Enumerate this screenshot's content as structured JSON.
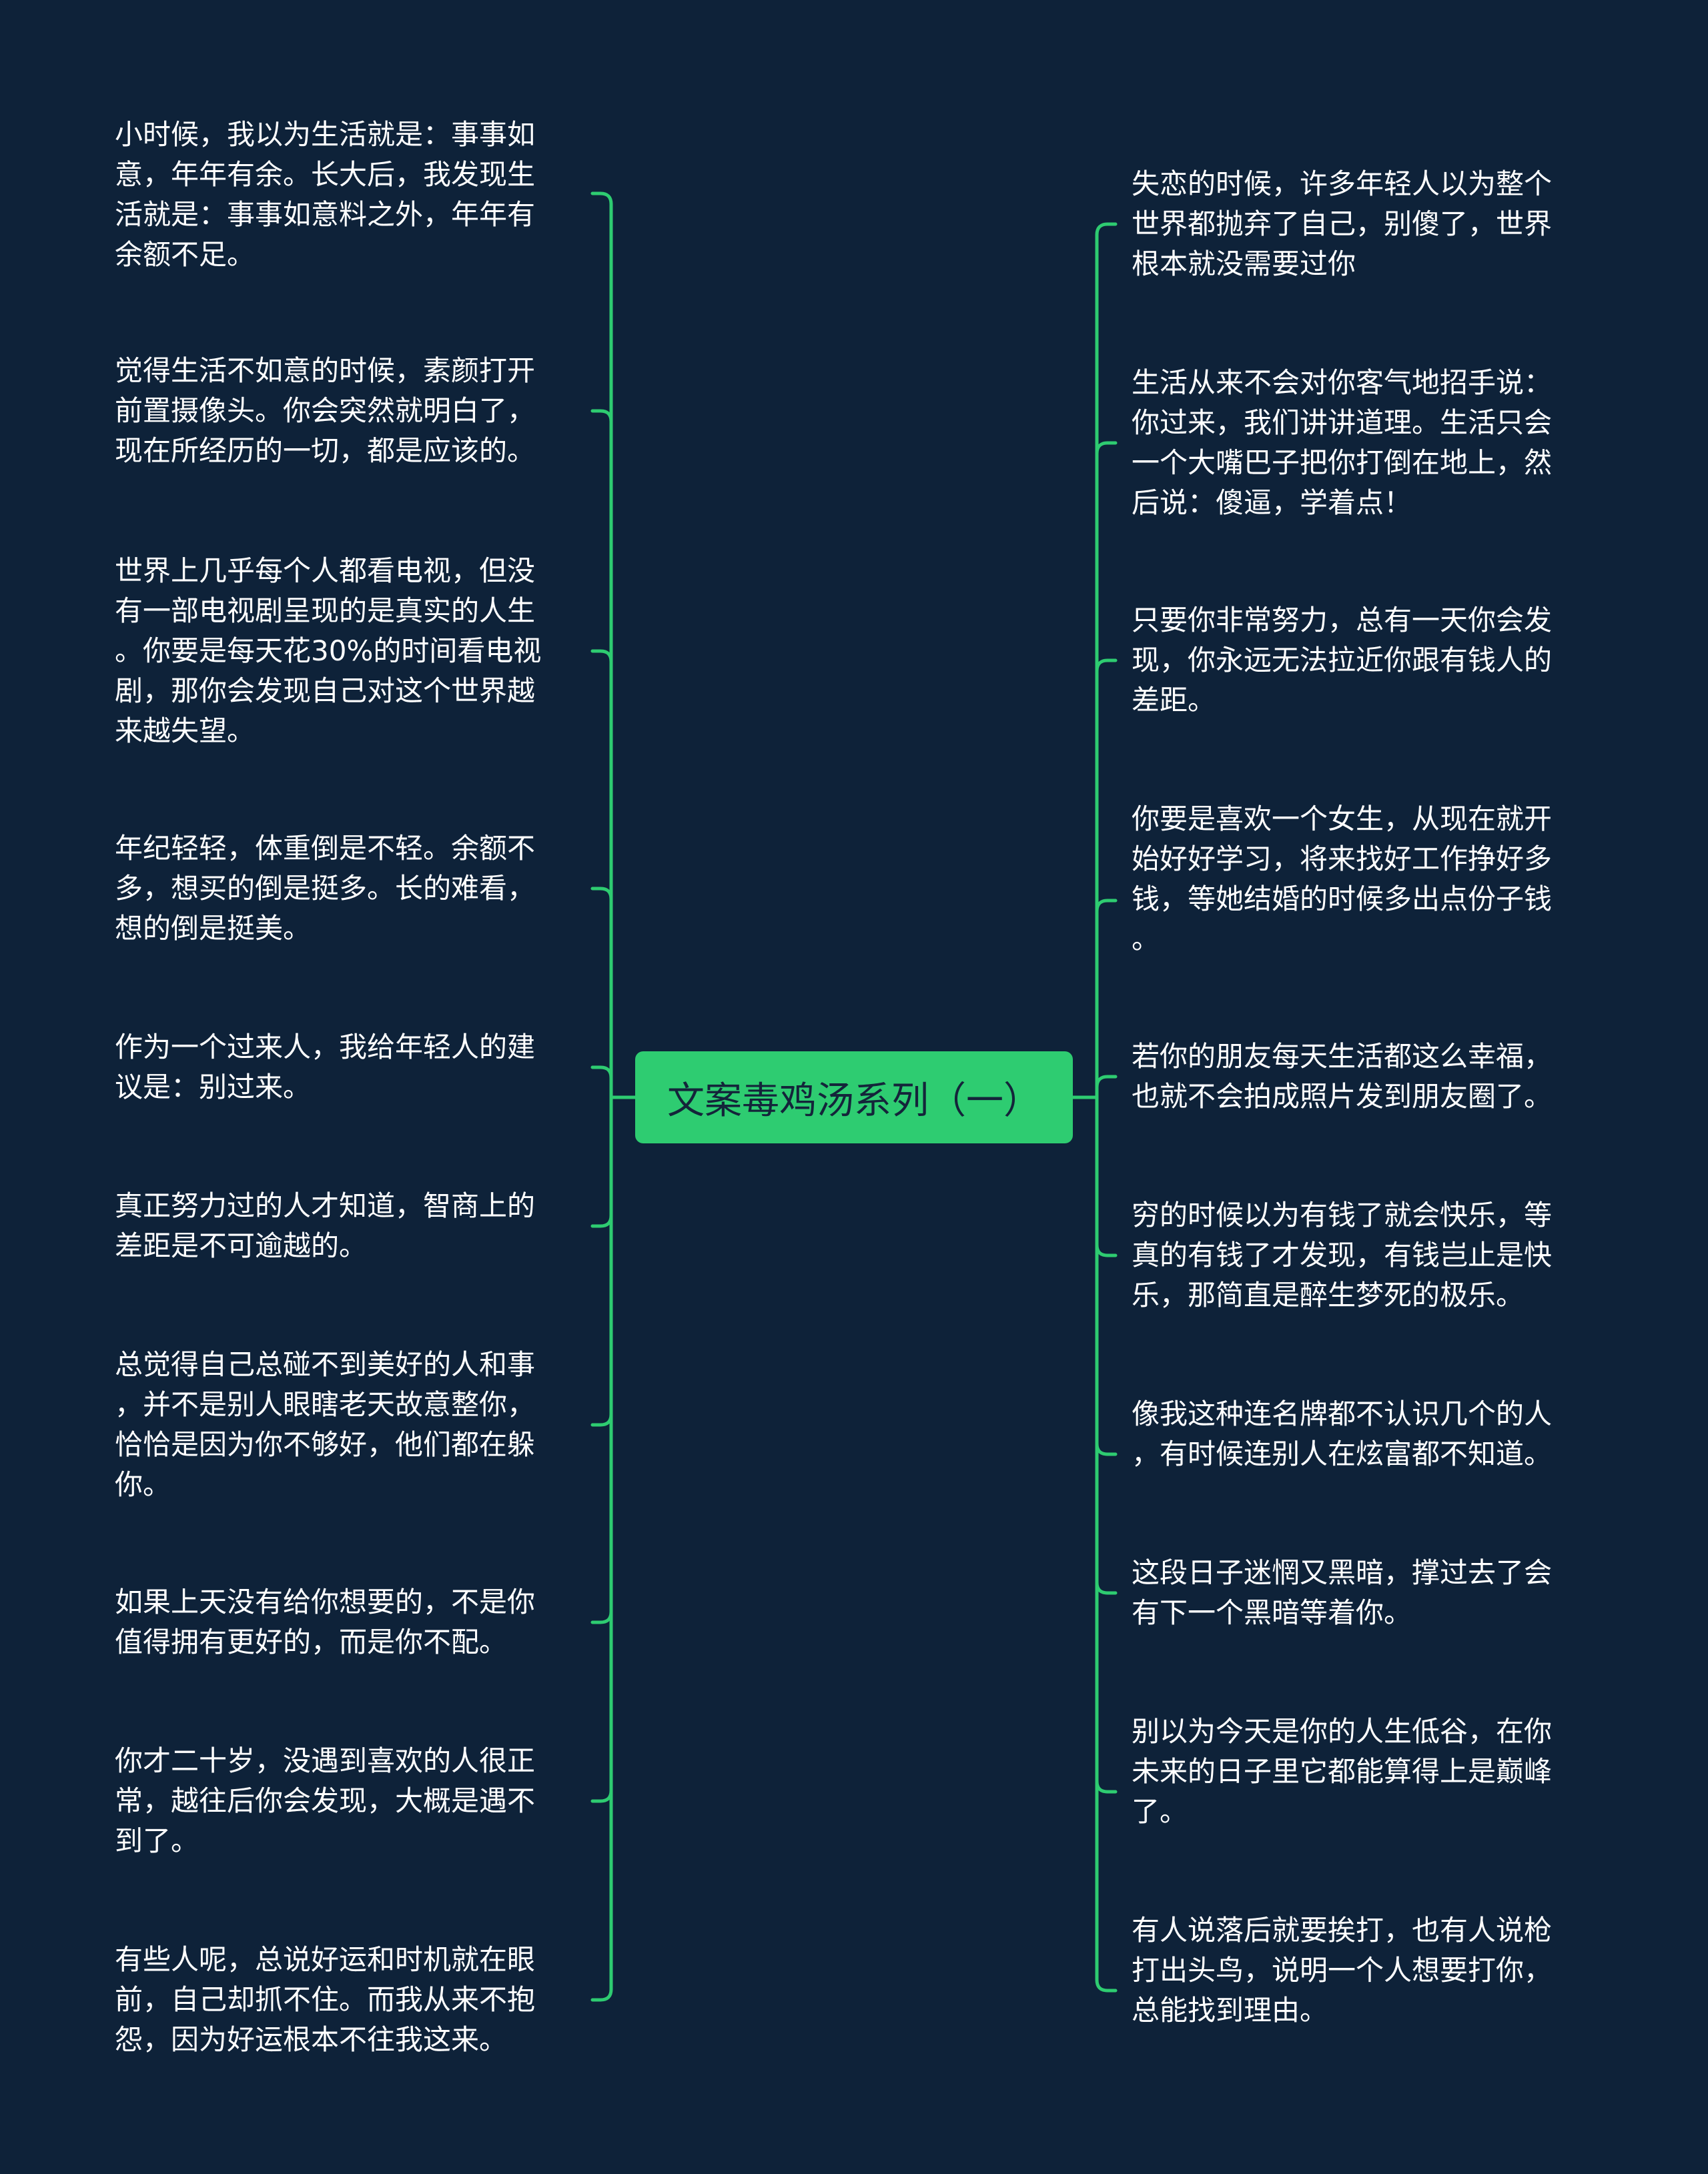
{
  "title": "文案毒鸡汤系列（一）",
  "colors": {
    "background": "#0e2239",
    "accent": "#2ecc71",
    "text": "#ffffff"
  },
  "left_branches": [
    {
      "text": "小时候，我以为生活就是：事事如\n意，年年有余。长大后，我发现生\n活就是：事事如意料之外，年年有\n余额不足。"
    },
    {
      "text": "觉得生活不如意的时候，素颜打开\n前置摄像头。你会突然就明白了，\n现在所经历的一切，都是应该的。"
    },
    {
      "text": "世界上几乎每个人都看电视，但没\n有一部电视剧呈现的是真实的人生\n。你要是每天花30%的时间看电视\n剧，那你会发现自己对这个世界越\n来越失望。"
    },
    {
      "text": "年纪轻轻，体重倒是不轻。余额不\n多，想买的倒是挺多。长的难看，\n想的倒是挺美。"
    },
    {
      "text": "作为一个过来人，我给年轻人的建\n议是：别过来。"
    },
    {
      "text": "真正努力过的人才知道，智商上的\n差距是不可逾越的。"
    },
    {
      "text": "总觉得自己总碰不到美好的人和事\n，并不是别人眼瞎老天故意整你，\n恰恰是因为你不够好，他们都在躲\n你。"
    },
    {
      "text": "如果上天没有给你想要的，不是你\n值得拥有更好的，而是你不配。"
    },
    {
      "text": "你才二十岁，没遇到喜欢的人很正\n常，越往后你会发现，大概是遇不\n到了。"
    },
    {
      "text": "有些人呢，总说好运和时机就在眼\n前，自己却抓不住。而我从来不抱\n怨，因为好运根本不往我这来。"
    }
  ],
  "right_branches": [
    {
      "text": "失恋的时候，许多年轻人以为整个\n世界都抛弃了自己，别傻了，世界\n根本就没需要过你"
    },
    {
      "text": "生活从来不会对你客气地招手说：\n你过来，我们讲讲道理。生活只会\n一个大嘴巴子把你打倒在地上，然\n后说：傻逼，学着点！"
    },
    {
      "text": "只要你非常努力，总有一天你会发\n现，你永远无法拉近你跟有钱人的\n差距。"
    },
    {
      "text": "你要是喜欢一个女生，从现在就开\n始好好学习，将来找好工作挣好多\n钱，等她结婚的时候多出点份子钱\n。"
    },
    {
      "text": "若你的朋友每天生活都这么幸福，\n也就不会拍成照片发到朋友圈了。"
    },
    {
      "text": "穷的时候以为有钱了就会快乐，等\n真的有钱了才发现，有钱岂止是快\n乐，那简直是醉生梦死的极乐。"
    },
    {
      "text": "像我这种连名牌都不认识几个的人\n，有时候连别人在炫富都不知道。"
    },
    {
      "text": "这段日子迷惘又黑暗，撑过去了会\n有下一个黑暗等着你。"
    },
    {
      "text": "别以为今天是你的人生低谷，在你\n未来的日子里它都能算得上是巅峰\n了。"
    },
    {
      "text": "有人说落后就要挨打，也有人说枪\n打出头鸟，说明一个人想要打你，\n总能找到理由。"
    }
  ]
}
